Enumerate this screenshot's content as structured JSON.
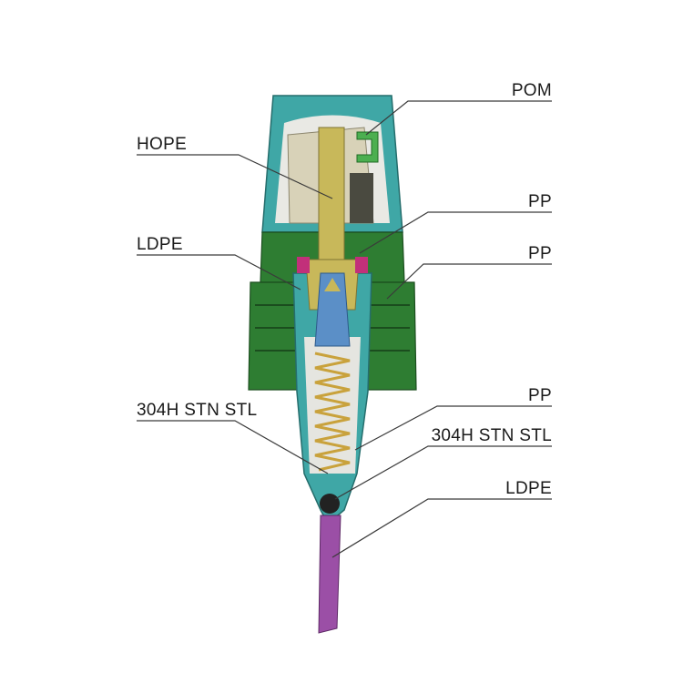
{
  "labels": {
    "top_right": "POM",
    "stem_left": "HOPE",
    "cap_right_1": "PP",
    "gasket_left": "LDPE",
    "cap_right_2": "PP",
    "spring_left": "304H STN STL",
    "body_right": "PP",
    "ball_right": "304H STN STL",
    "tube_right": "LDPE"
  },
  "colors": {
    "actuator": "#3fa7a6",
    "cap_green": "#2e7d32",
    "stem": "#c8b85a",
    "insert": "#d8d2b8",
    "pom_part": "#4caf50",
    "gasket": "#c2307a",
    "piston": "#5b8fc7",
    "housing": "#3fa7a6",
    "spring": "#c9a23c",
    "ball": "#222222",
    "dip_tube": "#9b4fa6"
  }
}
